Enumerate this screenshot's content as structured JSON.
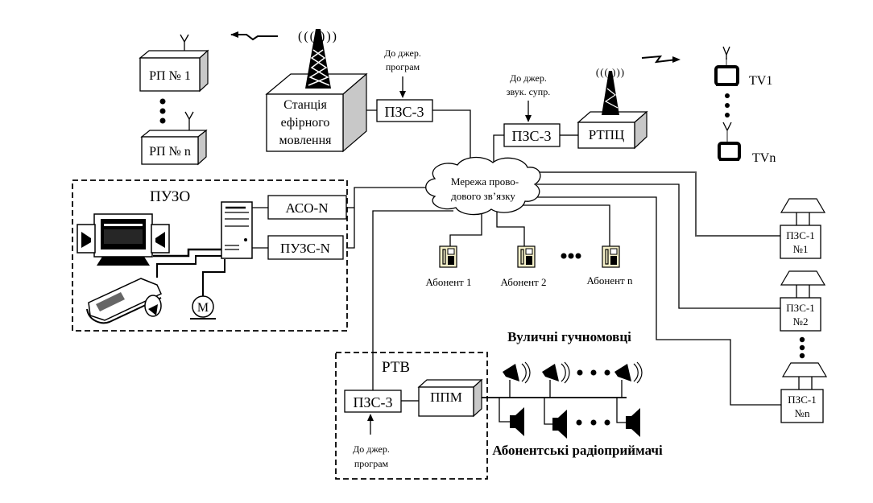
{
  "diagram": {
    "rp1": "РП № 1",
    "rpn": "РП № n",
    "station": [
      "Станція",
      "ефірного",
      "мовлення"
    ],
    "to_programs": [
      "До джер.",
      "програм"
    ],
    "to_sound": [
      "До джер.",
      "звук. супр."
    ],
    "pzs3": "ПЗС-3",
    "rtpc": "РТПЦ",
    "tv1": "TV1",
    "tvn": "TVn",
    "puzo": "ПУЗО",
    "aco": "АСО-N",
    "puzs": "ПУЗС-N",
    "motor": "М",
    "cloud": [
      "Мережа прово-",
      "дового зв’язку"
    ],
    "subscribers": [
      "Абонент 1",
      "Абонент 2",
      "Абонент n"
    ],
    "pzs1": [
      {
        "line1": "ПЗС-1",
        "line2": "№1"
      },
      {
        "line1": "ПЗС-1",
        "line2": "№2"
      },
      {
        "line1": "ПЗС-1",
        "line2": "№n"
      }
    ],
    "rtv": "РТВ",
    "ppm": "ППМ",
    "street_speakers": "Вуличні гучномовці",
    "radio_receivers": "Абонентські радіоприймачі"
  }
}
